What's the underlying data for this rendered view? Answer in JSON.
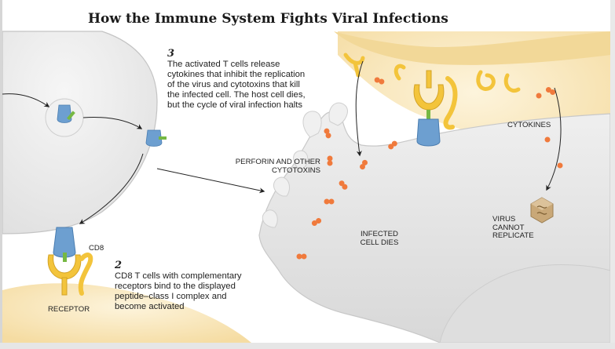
{
  "title": "How the Immune System Fights Viral Infections",
  "steps": {
    "step2": {
      "number": "2",
      "lines": [
        "CD8 T cells with complementary",
        "receptors bind to the displayed",
        "peptide–class I complex and",
        "become activated"
      ]
    },
    "step3": {
      "number": "3",
      "lines": [
        "The activated T cells release",
        "cytokines that inhibit the replication",
        "of the virus and cytotoxins that kill",
        "the infected cell. The host cell dies,",
        "but the cycle of viral infection halts"
      ]
    }
  },
  "labels": {
    "cd8": "CD8",
    "receptor": "RECEPTOR",
    "perforin": [
      "PERFORIN AND OTHER",
      "CYTOTOXINS"
    ],
    "infected": [
      "INFECTED",
      "CELL DIES"
    ],
    "cytokines": "CYTOKINES",
    "virus": [
      "VIRUS",
      "CANNOT",
      "REPLICATE"
    ]
  },
  "colors": {
    "cell_gray": "#eeeeee",
    "cell_gray_stroke": "#bdbdbd",
    "infected_cell": "#e4e4e4",
    "tcell_yellow": "#f9e6b9",
    "receptor_blue": "#6d9fd0",
    "receptor_yellow": "#f3c43b",
    "peptide_green": "#76b843",
    "cytotoxin_orange": "#f07a3c",
    "virus_tan": "#c9a878"
  }
}
